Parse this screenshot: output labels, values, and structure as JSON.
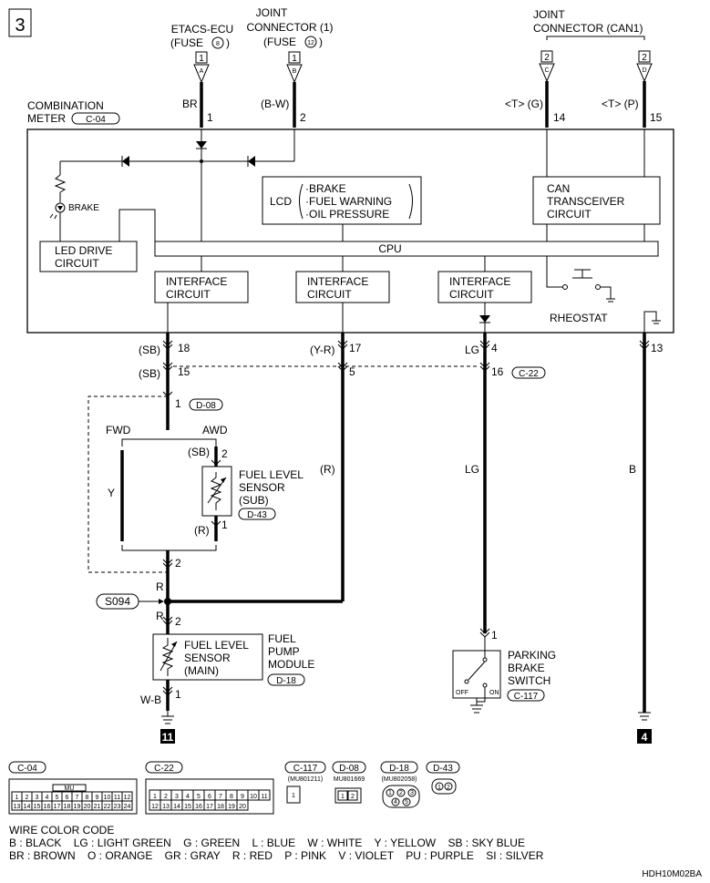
{
  "page_number": "3",
  "top_sources": {
    "etacs": {
      "line1": "ETACS-ECU",
      "line2": "(FUSE",
      "fuse": "8",
      "num": "1",
      "pin": "A"
    },
    "joint1": {
      "line1": "JOINT",
      "line2": "CONNECTOR (1)",
      "line3": "(FUSE",
      "fuse": "12",
      "num": "1",
      "pin": "B"
    },
    "jointcan": {
      "line1": "JOINT",
      "line2": "CONNECTOR (CAN1)",
      "num_c": "2",
      "pin_c": "C",
      "num_d": "2",
      "pin_d": "D"
    }
  },
  "meter": {
    "title_line1": "COMBINATION",
    "title_line2": "METER",
    "connector": "C-04",
    "pins_top": [
      "1",
      "2",
      "14",
      "15"
    ],
    "wire_labels_top": [
      "BR",
      "(B-W)",
      "<T> (G)",
      "<T> (P)"
    ],
    "brake_label": "BRAKE",
    "led_drive": [
      "LED DRIVE",
      "CIRCUIT"
    ],
    "lcd_label": "LCD",
    "lcd_items": [
      "·BRAKE",
      "·FUEL WARNING",
      "·OIL PRESSURE"
    ],
    "can": [
      "CAN",
      "TRANSCEIVER",
      "CIRCUIT"
    ],
    "cpu": "CPU",
    "interface": [
      "INTERFACE",
      "CIRCUIT"
    ],
    "rheostat": "RHEOSTAT",
    "pins_bottom": [
      "18",
      "17",
      "4",
      "13"
    ],
    "wire_labels_bottom": [
      "(SB)",
      "(Y-R)",
      "LG"
    ]
  },
  "mid": {
    "sb_label": "(SB)",
    "pin15": "15",
    "pin5": "5",
    "pin16": "16",
    "c22": "C-22",
    "pin1_d08": "1",
    "d08": "D-08",
    "fwd": "FWD",
    "awd": "AWD",
    "y_label": "Y",
    "sb2": "(SB)",
    "pin2": "2",
    "sensor_sub": [
      "FUEL LEVEL",
      "SENSOR",
      "(SUB)"
    ],
    "d43": "D-43",
    "r_paren": "(R)",
    "pin1": "1",
    "r_right": "(R)",
    "lg_mid": "LG",
    "b_mid": "B",
    "pin2_low": "2"
  },
  "lower": {
    "r1": "R",
    "s094": "S094",
    "r2": "R",
    "pin2": "2",
    "sensor_main": [
      "FUEL LEVEL",
      "SENSOR",
      "(MAIN)"
    ],
    "fuel_pump": [
      "FUEL",
      "PUMP",
      "MODULE"
    ],
    "d18": "D-18",
    "wb": "W-B",
    "pin1": "1",
    "ground_left": "11",
    "parking": [
      "PARKING",
      "BRAKE",
      "SWITCH"
    ],
    "pin1_pk": "1",
    "off": "OFF",
    "on": "ON",
    "c117": "C-117",
    "ground_right": "4"
  },
  "connectors": {
    "c04": "C-04",
    "c04_mark": "MU",
    "c04_row1": [
      "1",
      "2",
      "3",
      "4",
      "5",
      "6",
      "7",
      "8",
      "9",
      "10",
      "11",
      "12"
    ],
    "c04_row2": [
      "13",
      "14",
      "15",
      "16",
      "17",
      "18",
      "19",
      "20",
      "21",
      "22",
      "23",
      "24"
    ],
    "c22": "C-22",
    "c22_row1": [
      "1",
      "2",
      "3",
      "4",
      "5",
      "6",
      "7",
      "8",
      "9",
      "10",
      "11"
    ],
    "c22_row2": [
      "12",
      "13",
      "14",
      "15",
      "16",
      "17",
      "18",
      "19",
      "20"
    ],
    "c117": "C-117",
    "c117_part": "(MU801211)",
    "c117_pin": "1",
    "d08": "D-08",
    "d08_part": "MU801669",
    "d08_pins": [
      "1",
      "2"
    ],
    "d18": "D-18",
    "d18_part": "(MU802058)",
    "d18_pins": [
      "1",
      "2",
      "3",
      "4",
      "5"
    ],
    "d43": "D-43",
    "d43_pins": [
      "1",
      "2"
    ]
  },
  "legend": {
    "title": "WIRE COLOR CODE",
    "line1": "B : BLACK    LG : LIGHT GREEN    G : GREEN    L : BLUE    W : WHITE    Y : YELLOW    SB : SKY BLUE",
    "line2": "BR : BROWN    O : ORANGE    GR : GRAY    R : RED    P : PINK    V : VIOLET    PU : PURPLE    SI : SILVER"
  },
  "ref_code": "HDH10M02BA"
}
